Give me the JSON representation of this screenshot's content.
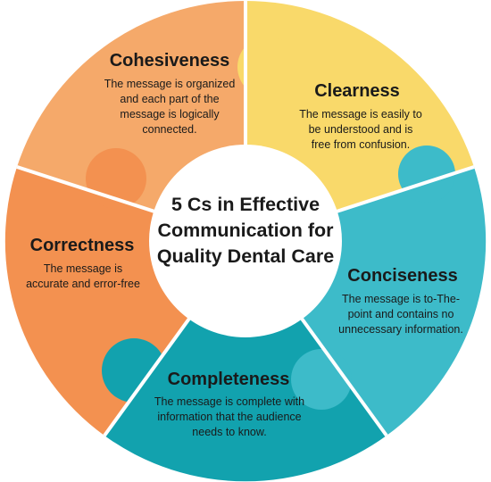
{
  "center": {
    "title": "5 Cs in Effective Communication for Quality Dental Care"
  },
  "pieces": [
    {
      "key": "cohesiveness",
      "title": "Cohesiveness",
      "description": "The message is organized and each part of the message is logically connected.",
      "color": "#F5A96A"
    },
    {
      "key": "clearness",
      "title": "Clearness",
      "description": "The message is easily to be understood and is free from confusion.",
      "color": "#F9D96A"
    },
    {
      "key": "conciseness",
      "title": "Conciseness",
      "description": "The message is to-The-point and contains no unnecessary information.",
      "color": "#3DBBC9"
    },
    {
      "key": "completeness",
      "title": "Completeness",
      "description": "The message is complete with information that the audience needs to know.",
      "color": "#12A2AE"
    },
    {
      "key": "correctness",
      "title": "Correctness",
      "description": "The message is accurate and error-free",
      "color": "#F39150"
    }
  ],
  "colors": {
    "divider": "#ffffff",
    "center_fill": "#ffffff",
    "text": "#1a1a1a"
  }
}
